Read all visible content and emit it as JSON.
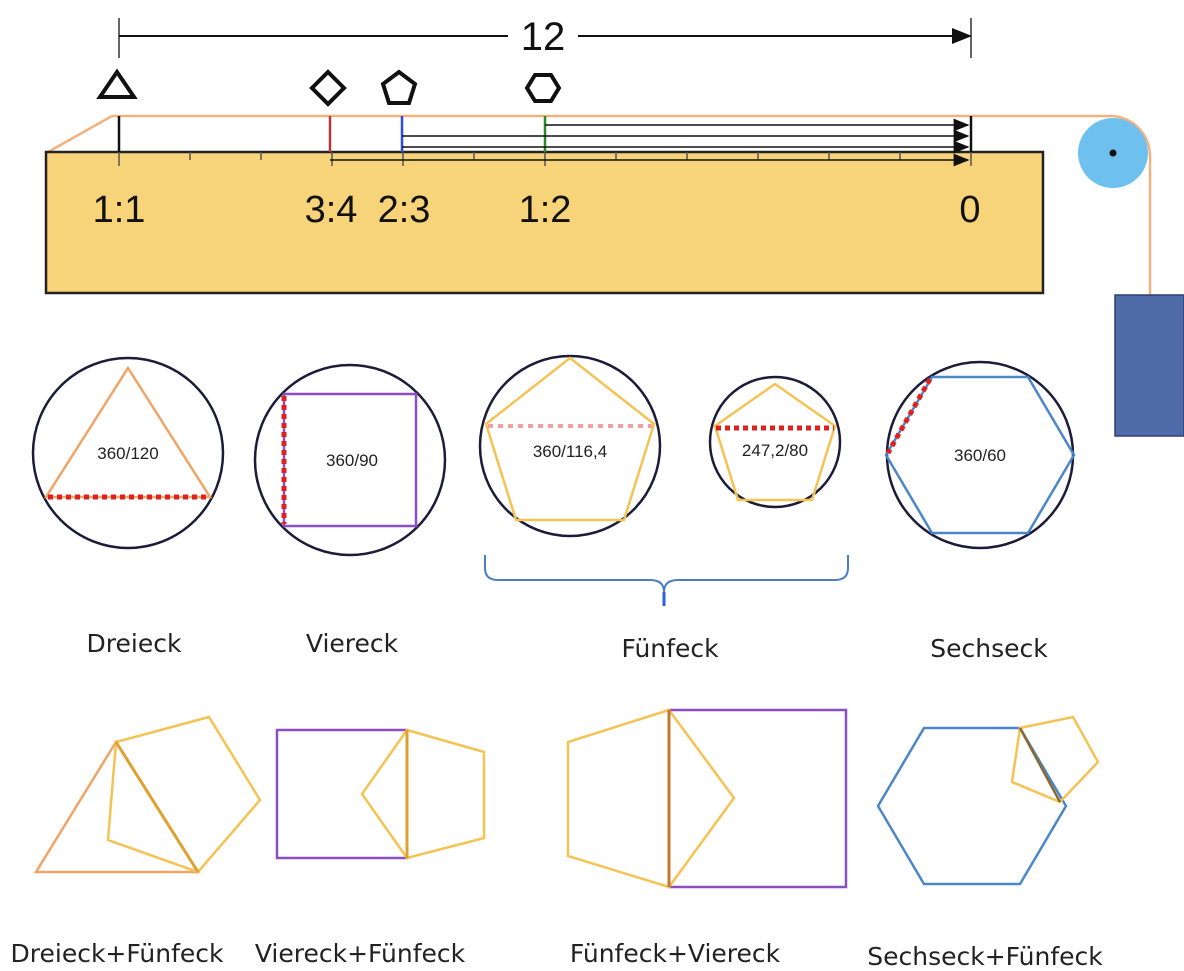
{
  "ruler": {
    "length_label": "12",
    "ratios": [
      "1:1",
      "3:4",
      "2:3",
      "1:2",
      "0"
    ],
    "fill_color": "#f7d37a",
    "string_color": "#f2b27e",
    "weight_color": "#4f6ba8",
    "pulley_color": "#6ec1ef",
    "marker_icons": [
      "triangle-icon",
      "diamond-icon",
      "pentagon-icon",
      "hexagon-icon"
    ],
    "marker_colors": [
      "#111111",
      "#b03a3a",
      "#2a4fe0",
      "#2a8a2a"
    ]
  },
  "polygons": [
    {
      "label": "Dreieck",
      "angle": "360/120",
      "color": "#f0a468"
    },
    {
      "label": "Viereck",
      "angle": "360/90",
      "color": "#8a4fc4"
    },
    {
      "label": "Fünfeck",
      "angle": "360/116,4",
      "color": "#f5c254"
    },
    {
      "label": "",
      "angle": "247,2/80",
      "color": "#f5c254"
    },
    {
      "label": "Sechseck",
      "angle": "360/60",
      "color": "#4a86c8"
    }
  ],
  "combinations": [
    {
      "label": "Dreieck+Fünfeck"
    },
    {
      "label": "Viereck+Fünfeck"
    },
    {
      "label": "Fünfeck+Viereck"
    },
    {
      "label": "Sechseck+Fünfeck"
    }
  ],
  "colors": {
    "red_dotted": "#e0201e",
    "pink_dotted": "#f5a0a0",
    "circle": "#1c1c3a",
    "brace": "#4a7cc8"
  }
}
